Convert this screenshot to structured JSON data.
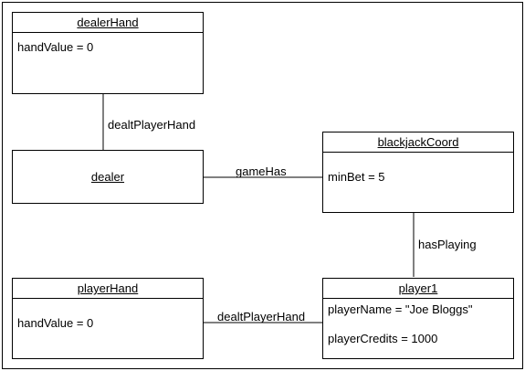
{
  "objects": {
    "dealerHand": {
      "name": "dealerHand",
      "attrs": [
        "handValue = 0"
      ]
    },
    "dealer": {
      "name": "dealer"
    },
    "blackjackCoord": {
      "name": "blackjackCoord",
      "attrs": [
        "minBet = 5"
      ]
    },
    "playerHand": {
      "name": "playerHand",
      "attrs": [
        "handValue = 0"
      ]
    },
    "player1": {
      "name": "player1",
      "attrs": [
        "playerName = \"Joe Bloggs\"",
        "playerCredits = 1000"
      ]
    }
  },
  "links": {
    "dealerHand_dealer": "dealtPlayerHand",
    "dealer_blackjackCoord": "gameHas",
    "blackjackCoord_player1": "hasPlaying",
    "playerHand_player1": "dealtPlayerHand"
  },
  "colors": {
    "line": "#000000",
    "background": "#ffffff"
  }
}
